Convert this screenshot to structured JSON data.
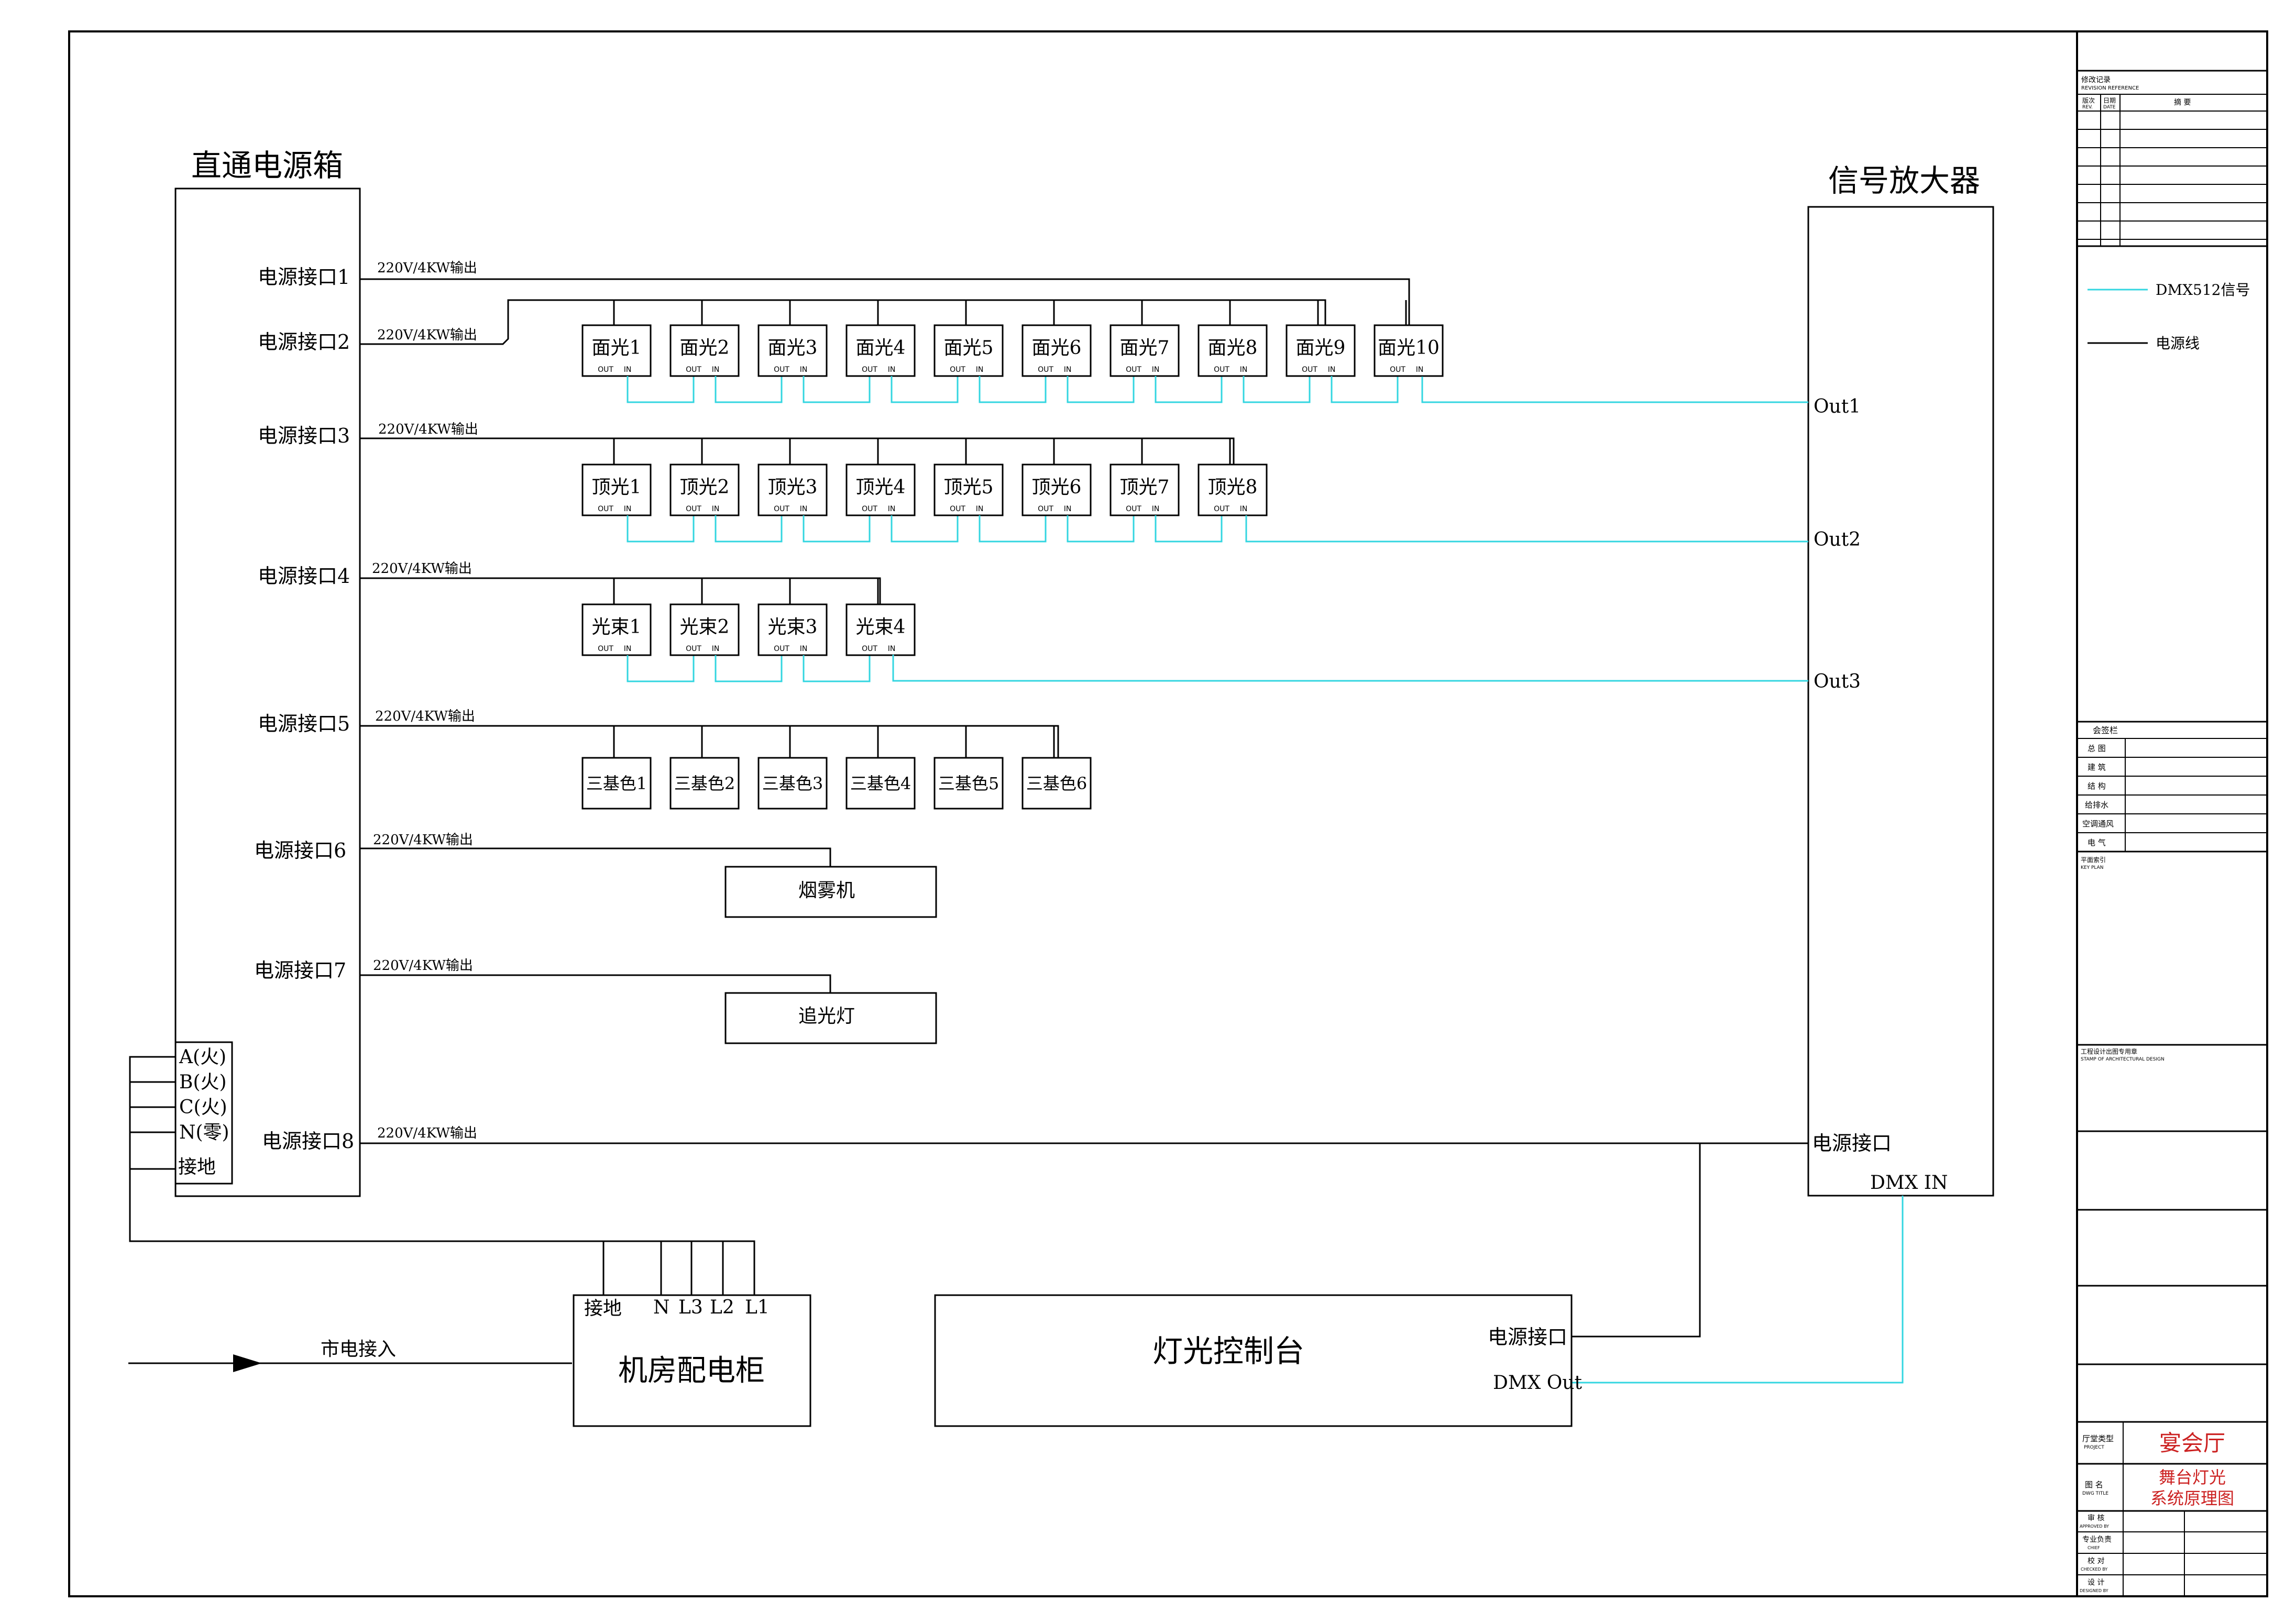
{
  "power_box": {
    "title": "直通电源箱",
    "ports": [
      {
        "label": "电源接口1",
        "output": "220V/4KW输出"
      },
      {
        "label": "电源接口2",
        "output": "220V/4KW输出"
      },
      {
        "label": "电源接口3",
        "output": "220V/4KW输出"
      },
      {
        "label": "电源接口4",
        "output": "220V/4KW输出"
      },
      {
        "label": "电源接口5",
        "output": "220V/4KW输出"
      },
      {
        "label": "电源接口6",
        "output": "220V/4KW输出"
      },
      {
        "label": "电源接口7",
        "output": "220V/4KW输出"
      },
      {
        "label": "电源接口8",
        "output": "220V/4KW输出"
      }
    ],
    "terminals": [
      "A(火)",
      "B(火)",
      "C(火)",
      "N(零)",
      "接地"
    ]
  },
  "amplifier": {
    "title": "信号放大器",
    "outputs": [
      "Out1",
      "Out2",
      "Out3"
    ],
    "power_label": "电源接口",
    "dmx_in": "DMX IN"
  },
  "pin_labels": {
    "out": "OUT",
    "in": "IN"
  },
  "face_lights": [
    "面光1",
    "面光2",
    "面光3",
    "面光4",
    "面光5",
    "面光6",
    "面光7",
    "面光8",
    "面光9",
    "面光10"
  ],
  "top_lights": [
    "顶光1",
    "顶光2",
    "顶光3",
    "顶光4",
    "顶光5",
    "顶光6",
    "顶光7",
    "顶光8"
  ],
  "beam_lights": [
    "光束1",
    "光束2",
    "光束3",
    "光束4"
  ],
  "rgb_lights": [
    "三基色1",
    "三基色2",
    "三基色3",
    "三基色4",
    "三基色5",
    "三基色6"
  ],
  "smoke_machine": "烟雾机",
  "follow_spot": "追光灯",
  "cabinet": {
    "title": "机房配电柜",
    "terminals": [
      "接地",
      "N",
      "L3",
      "L2",
      "L1"
    ],
    "mains_label": "市电接入"
  },
  "console": {
    "title": "灯光控制台",
    "power_label": "电源接口",
    "dmx_out": "DMX Out"
  },
  "legend": {
    "dmx": "DMX512信号",
    "power": "电源线"
  },
  "title_block": {
    "revision_title": "修改记录",
    "revision_title_en": "REVISION REFERENCE",
    "rev_col1": "版次",
    "rev_col1_en": "REV.",
    "rev_col2": "日期",
    "rev_col2_en": "DATE",
    "rev_col3": "摘 要",
    "sign_title": "会签栏",
    "sign_rows": [
      "总 图",
      "建 筑",
      "结 构",
      "给排水",
      "空调通风",
      "电 气"
    ],
    "key_plan": "平面索引",
    "key_plan_en": "KEY PLAN",
    "stamp": "工程设计出图专用章",
    "stamp_en": "STAMP OF ARCHITECTURAL DESIGN",
    "project_label": "厅堂类型",
    "project_label_en": "PROJECT",
    "project_value": "宴会厅",
    "drawing_label": "图 名",
    "drawing_label_en": "DWG TITLE",
    "drawing_value_1": "舞台灯光",
    "drawing_value_2": "系统原理图",
    "approvals": [
      {
        "cn": "审 核",
        "en": "APPROVED BY"
      },
      {
        "cn": "专业负责",
        "en": "CHIEF"
      },
      {
        "cn": "校 对",
        "en": "CHECKED BY"
      },
      {
        "cn": "设 计",
        "en": "DESIGNED BY"
      }
    ]
  },
  "colors": {
    "line": "#000000",
    "dmx": "#33d6e0",
    "title_red": "#cc2222"
  }
}
